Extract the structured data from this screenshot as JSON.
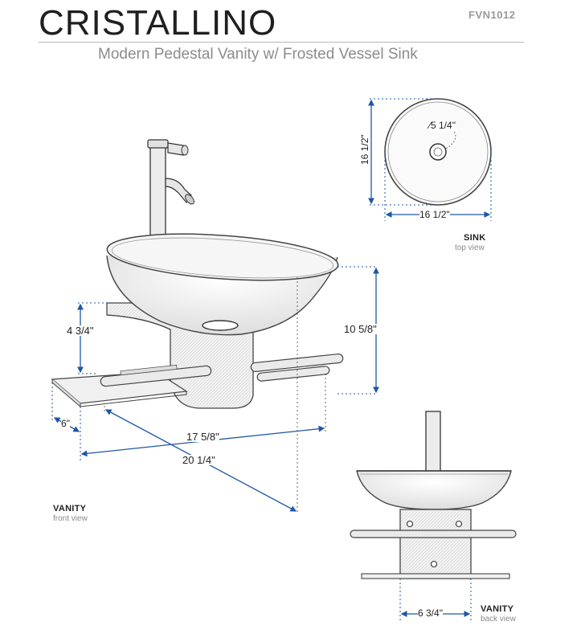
{
  "header": {
    "title": "CRISTALLINO",
    "model": "FVN1012",
    "subtitle": "Modern Pedestal Vanity w/ Frosted Vessel Sink"
  },
  "views": {
    "sink_top": {
      "label": "SINK",
      "sublabel": "top view"
    },
    "vanity_front": {
      "label": "VANITY",
      "sublabel": "front view"
    },
    "vanity_back": {
      "label": "VANITY",
      "sublabel": "back view"
    }
  },
  "dimensions": {
    "sink_height": "16 1/2\"",
    "sink_width": "16 1/2\"",
    "drain": "∕5 1/4\"",
    "overall_height": "10 5/8\"",
    "cabinet_height": "4 3/4\"",
    "shelf_depth": "6\"",
    "depth": "17 5/8\"",
    "width": "20 1/4\"",
    "back_width": "6 3/4\""
  },
  "colors": {
    "line": "#4a4a4a",
    "dim_blue": "#1f57a6",
    "shade": "#d8d8d8"
  }
}
